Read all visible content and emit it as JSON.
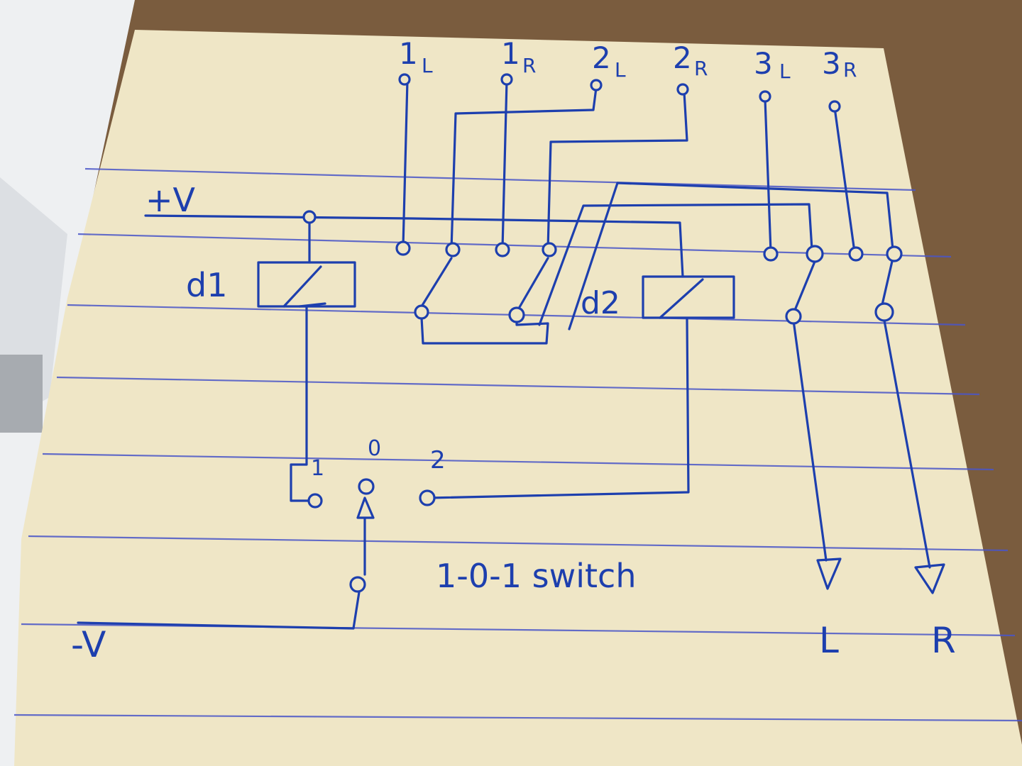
{
  "diagram": {
    "supply_positive": "+V",
    "supply_negative": "-V",
    "relays": {
      "relay1": "d1",
      "relay2": "d2"
    },
    "inputs": [
      "1",
      "L",
      "1",
      "R",
      "2",
      "L",
      "2",
      "R",
      "3",
      "L",
      "3",
      "R"
    ],
    "switch": {
      "caption": "1-0-1 switch",
      "position_left": "1",
      "position_center": "0",
      "position_right": "2"
    },
    "outputs": {
      "left": "L",
      "right": "R"
    }
  },
  "colors": {
    "ink": "#1d3fae",
    "paper": "#efe6c6",
    "ruling": "#4a56c8",
    "desk": "#7a5c3e"
  }
}
